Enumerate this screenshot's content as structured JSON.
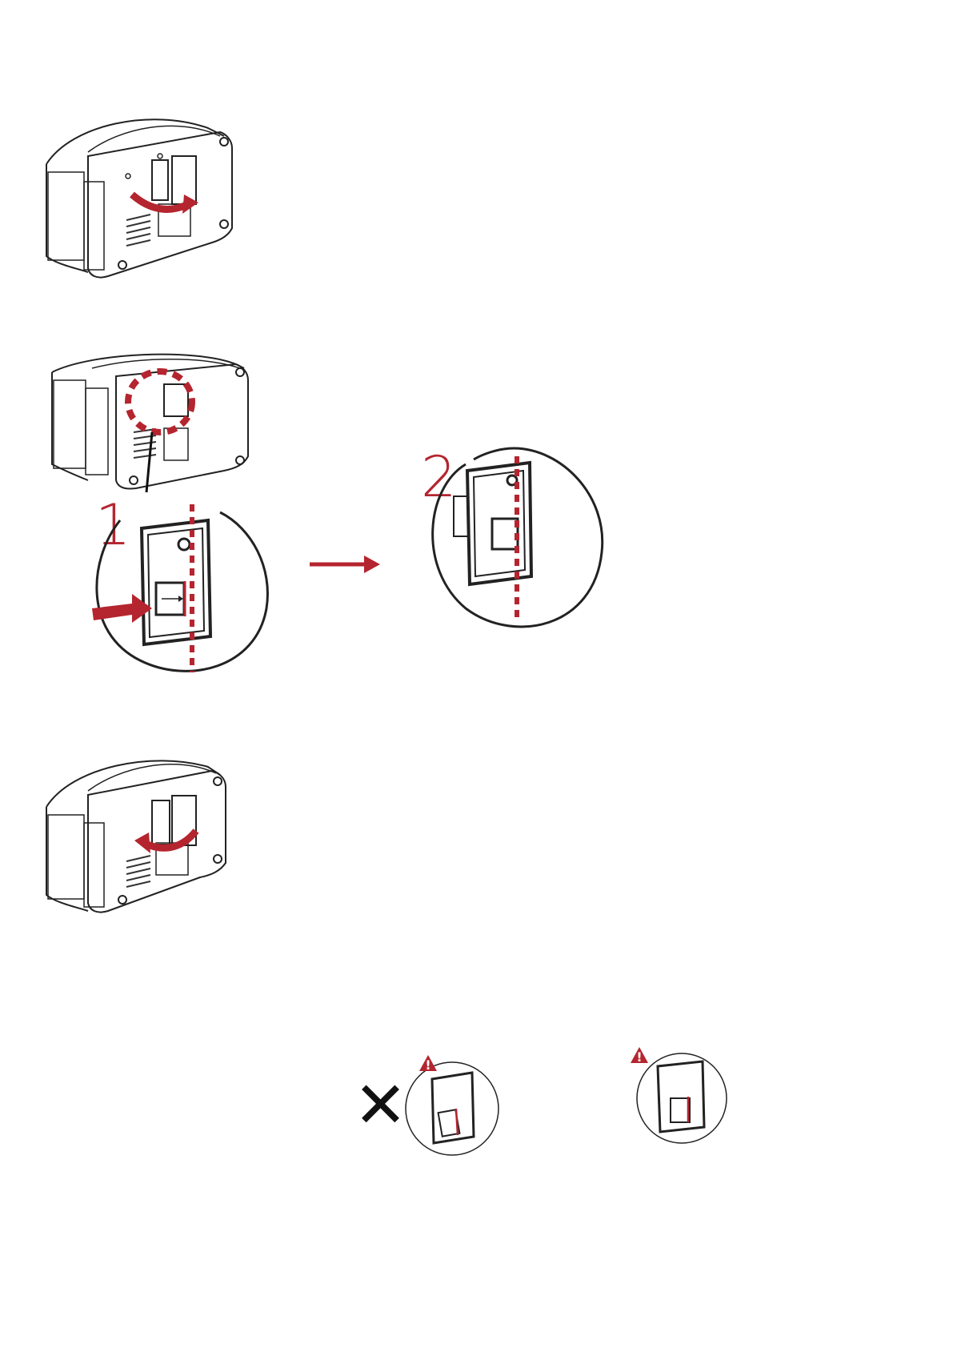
{
  "steps": [
    {
      "id": "open-cover",
      "arrow": "clockwise"
    },
    {
      "id": "adjust-sensor",
      "callouts": [
        "1",
        "2"
      ]
    },
    {
      "id": "close-cover",
      "arrow": "counter-clockwise"
    }
  ],
  "callouts": {
    "first": "1",
    "second": "2"
  },
  "warnings": {
    "incorrect_mark": "✕",
    "alert_symbol": "!"
  },
  "colors": {
    "accent": "#b5252f",
    "ink": "#222222"
  }
}
